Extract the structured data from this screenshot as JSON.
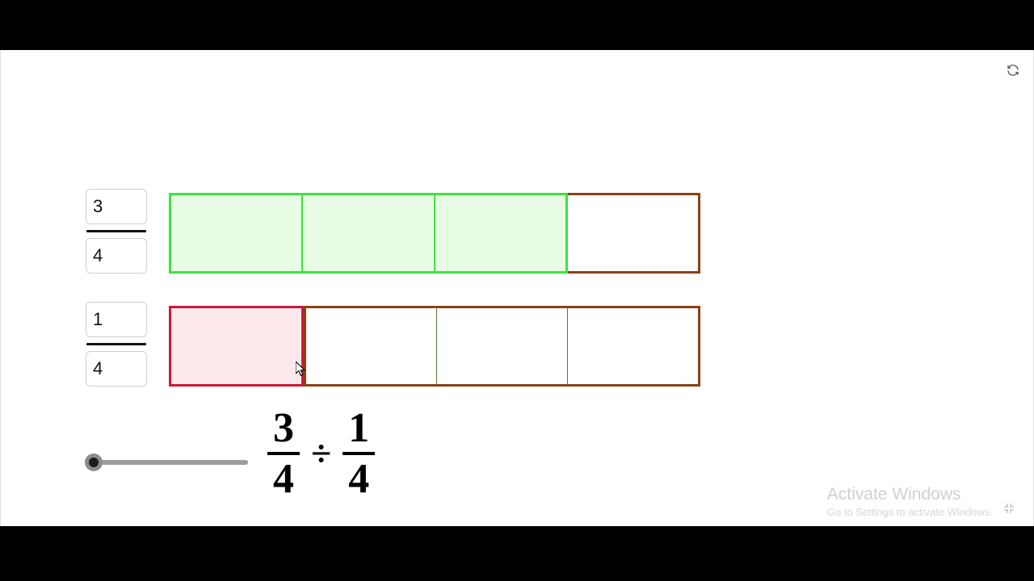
{
  "app": {
    "refresh_icon": "refresh-icon",
    "fullscreen_icon": "fullscreen-icon"
  },
  "fractions": [
    {
      "id": "dividend",
      "numerator": "3",
      "denominator": "4",
      "numerator_placeholder": "",
      "denominator_placeholder": "",
      "bar": {
        "total_cells": 4,
        "filled_cells": 3,
        "fill_color": "#e8fbe4",
        "selected_border_color": "#3ce33c",
        "unselected_border_color": "#8a4116"
      }
    },
    {
      "id": "divisor",
      "numerator": "1",
      "denominator": "4",
      "numerator_placeholder": "",
      "denominator_placeholder": "",
      "bar": {
        "total_cells": 4,
        "filled_cells": 1,
        "fill_color": "#fde9ec",
        "selected_border_color": "#cf1836",
        "unselected_border_color": "#8a4116",
        "divider_color": "#4e7a3a"
      }
    }
  ],
  "slider": {
    "name": "animation-slider",
    "value": 0,
    "min": 0,
    "max": 100
  },
  "expression": {
    "left_numerator": "3",
    "left_denominator": "4",
    "operator": "÷",
    "right_numerator": "1",
    "right_denominator": "4"
  },
  "watermark": {
    "title": "Activate Windows",
    "subtitle": "Go to Settings to activate Windows."
  }
}
